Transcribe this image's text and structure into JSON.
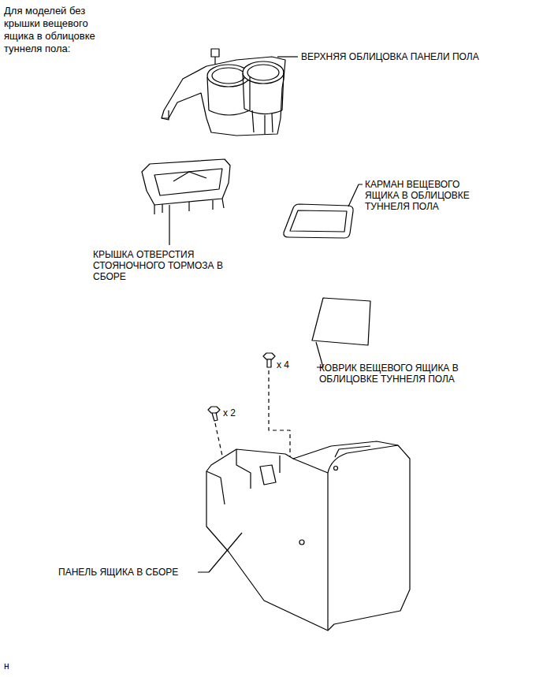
{
  "diagram": {
    "title": "Для моделей без крышки вещевого ящика в облицовке туннеля пола:",
    "labels": [
      "ВЕРХНЯЯ ОБЛИЦОВКА ПАНЕЛИ ПОЛА",
      "КАРМАН ВЕЩЕВОГО ЯЩИКА В ОБЛИЦОВКЕ ТУННЕЛЯ ПОЛА",
      "КРЫШКА ОТВЕРСТИЯ СТОЯНОЧНОГО ТОРМОЗА В СБОРЕ",
      "x 4",
      "КОВРИК ВЕЩЕВОГО ЯЩИКА В ОБЛИЦОВКЕ ТУННЕЛЯ ПОЛА",
      "x 2",
      "ПАНЕЛЬ ЯЩИКА В СБОРЕ",
      "н"
    ]
  }
}
